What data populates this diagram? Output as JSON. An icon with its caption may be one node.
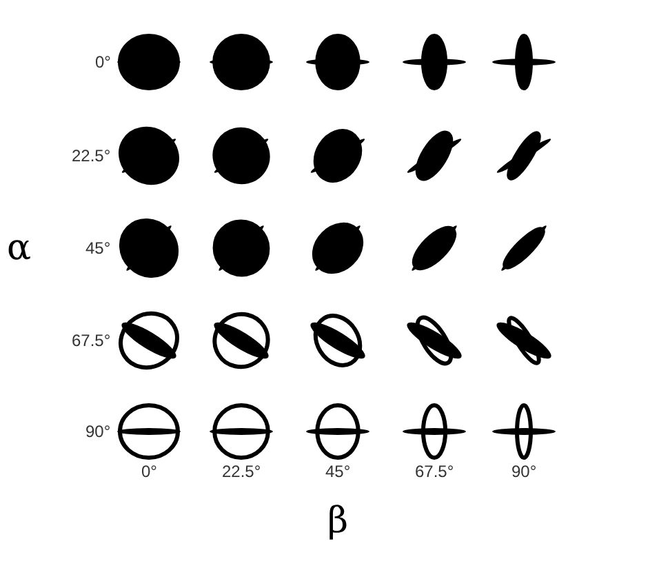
{
  "diagram": {
    "labels": [
      "0°",
      "22.5°",
      "α",
      "45°",
      "67.5°",
      "90°",
      "0°",
      "22.5°",
      "45°",
      "67.5°",
      "90°",
      "β"
    ]
  }
}
